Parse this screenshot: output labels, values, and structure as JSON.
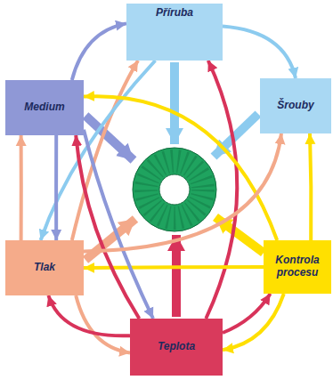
{
  "diagram": {
    "nodes": [
      {
        "text": [
          "Příruba"
        ]
      },
      {
        "text": [
          "Medium"
        ]
      },
      {
        "text": [
          "Šrouby"
        ]
      },
      {
        "text": [
          "Tlak"
        ]
      },
      {
        "text": [
          "Kontrola procesu"
        ]
      },
      {
        "text": [
          "Teplota"
        ]
      }
    ],
    "edges": [
      {
        "from": 1,
        "to": 0,
        "arrow": "to"
      },
      {
        "from": 3,
        "to": 0,
        "arrow": "to"
      },
      {
        "from": 5,
        "to": 0,
        "arrow": "to"
      },
      {
        "from": 0,
        "to": 2,
        "arrow": "to"
      },
      {
        "from": 0,
        "to": 3,
        "arrow": "to"
      },
      {
        "from": 4,
        "to": 1,
        "arrow": "to"
      },
      {
        "from": 4,
        "to": 2,
        "arrow": "to"
      },
      {
        "from": 4,
        "to": 3,
        "arrow": "to"
      },
      {
        "from": 4,
        "to": 5,
        "arrow": "to"
      },
      {
        "from": 5,
        "to": 4,
        "arrow": "to"
      },
      {
        "from": 3,
        "to": 1,
        "arrow": "to"
      },
      {
        "from": 1,
        "to": 3,
        "arrow": "to"
      },
      {
        "from": 3,
        "to": 5,
        "arrow": "to"
      },
      {
        "from": 5,
        "to": 3,
        "arrow": "to"
      },
      {
        "from": 5,
        "to": 1,
        "arrow": "to"
      },
      {
        "from": 1,
        "to": 5,
        "arrow": "to"
      },
      {
        "from": 3,
        "to": 2,
        "arrow": "to"
      }
    ]
  }
}
